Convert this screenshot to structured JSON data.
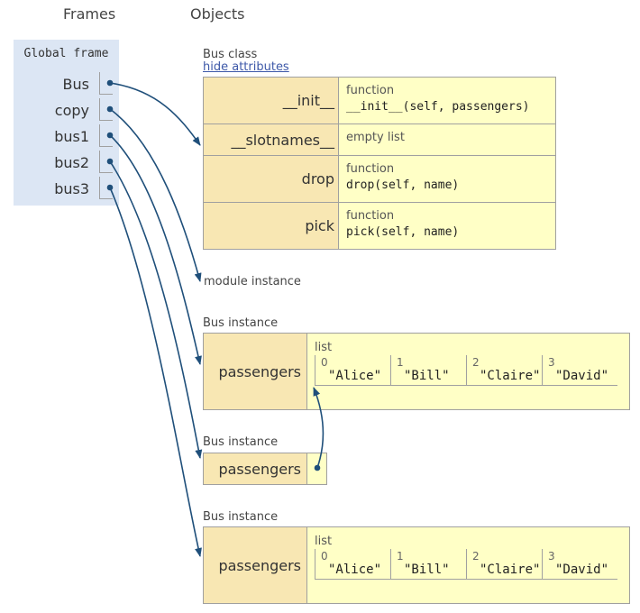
{
  "headers": {
    "frames": "Frames",
    "objects": "Objects"
  },
  "global_frame": {
    "title": "Global frame",
    "variables": [
      {
        "name": "Bus"
      },
      {
        "name": "copy"
      },
      {
        "name": "bus1"
      },
      {
        "name": "bus2"
      },
      {
        "name": "bus3"
      }
    ]
  },
  "bus_class": {
    "label": "Bus class",
    "hide_link": "hide attributes",
    "rows": [
      {
        "key": "__init__",
        "type": "function",
        "value": "__init__(self,  passengers)"
      },
      {
        "key": "__slotnames__",
        "type": "empty list",
        "value": ""
      },
      {
        "key": "drop",
        "type": "function",
        "value": "drop(self,  name)"
      },
      {
        "key": "pick",
        "type": "function",
        "value": "pick(self,  name)"
      }
    ]
  },
  "module_instance": {
    "label": "module instance"
  },
  "instances": [
    {
      "label": "Bus instance",
      "key": "passengers",
      "list": {
        "label": "list",
        "items": [
          {
            "index": "0",
            "value": "\"Alice\""
          },
          {
            "index": "1",
            "value": "\"Bill\""
          },
          {
            "index": "2",
            "value": "\"Claire\""
          },
          {
            "index": "3",
            "value": "\"David\""
          }
        ]
      }
    },
    {
      "label": "Bus instance",
      "key": "passengers"
    },
    {
      "label": "Bus instance",
      "key": "passengers",
      "list": {
        "label": "list",
        "items": [
          {
            "index": "0",
            "value": "\"Alice\""
          },
          {
            "index": "1",
            "value": "\"Bill\""
          },
          {
            "index": "2",
            "value": "\"Claire\""
          },
          {
            "index": "3",
            "value": "\"David\""
          }
        ]
      }
    }
  ],
  "colors": {
    "frame_bg": "#dce6f4",
    "key_bg": "#f8e7b3",
    "value_bg": "#ffffc6",
    "arrow": "#1f4f7a",
    "link": "#3d58a8"
  }
}
